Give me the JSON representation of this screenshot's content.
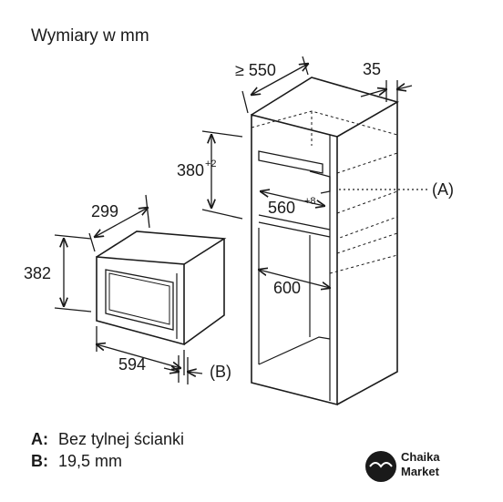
{
  "title": "Wymiary w mm",
  "dimensions": {
    "cabinet_depth": "≥ 550",
    "cabinet_side": "35",
    "niche_height": "380",
    "niche_height_tol": "+2",
    "niche_width": "560",
    "niche_width_tol": "+8",
    "cabinet_inner_width": "600",
    "appliance_depth": "299",
    "appliance_height": "382",
    "appliance_width": "594"
  },
  "callouts": {
    "a": "(A)",
    "b": "(B)"
  },
  "legend": [
    {
      "key": "A:",
      "text": "Bez tylnej ścianki"
    },
    {
      "key": "B:",
      "text": "19,5 mm"
    }
  ],
  "logo": {
    "line1": "Chaika",
    "line2": "Market"
  }
}
